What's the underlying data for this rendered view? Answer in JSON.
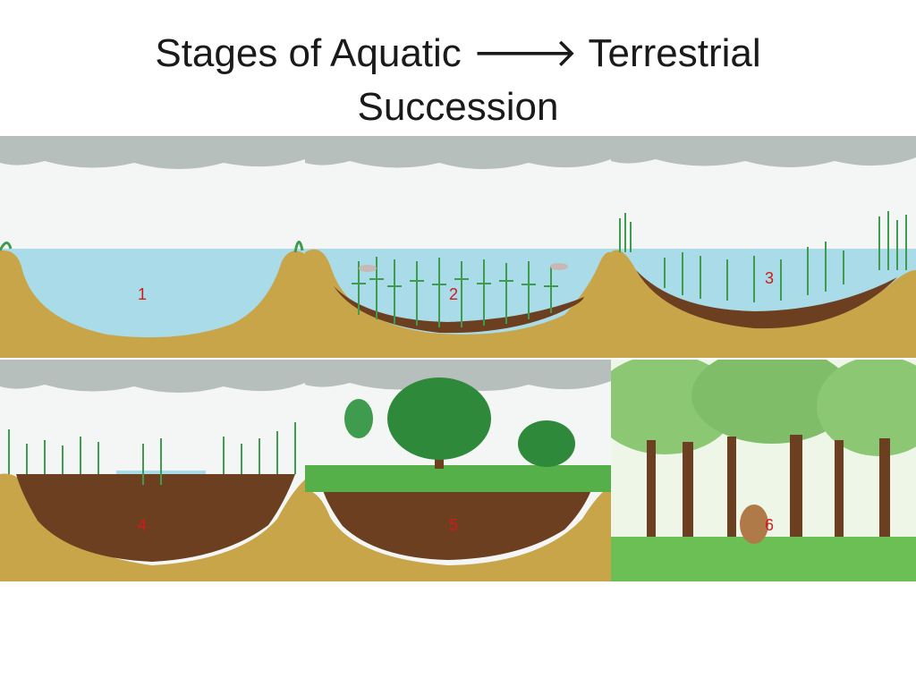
{
  "slide": {
    "title_before": "Stages of Aquatic",
    "arrow_symbol": "🡒",
    "title_after": "Terrestrial",
    "title_line2": "Succession"
  },
  "stages": [
    {
      "number": "1"
    },
    {
      "number": "2"
    },
    {
      "number": "3"
    },
    {
      "number": "4"
    },
    {
      "number": "5"
    },
    {
      "number": "6"
    }
  ],
  "colors": {
    "soil": "#c9a54a",
    "muck": "#6b3f1f",
    "water": "#a9dbe8",
    "sky": "#f4f6f5",
    "cloud": "#b7bfbc",
    "plant": "#3f9b4e",
    "label": "#d11a1a"
  }
}
